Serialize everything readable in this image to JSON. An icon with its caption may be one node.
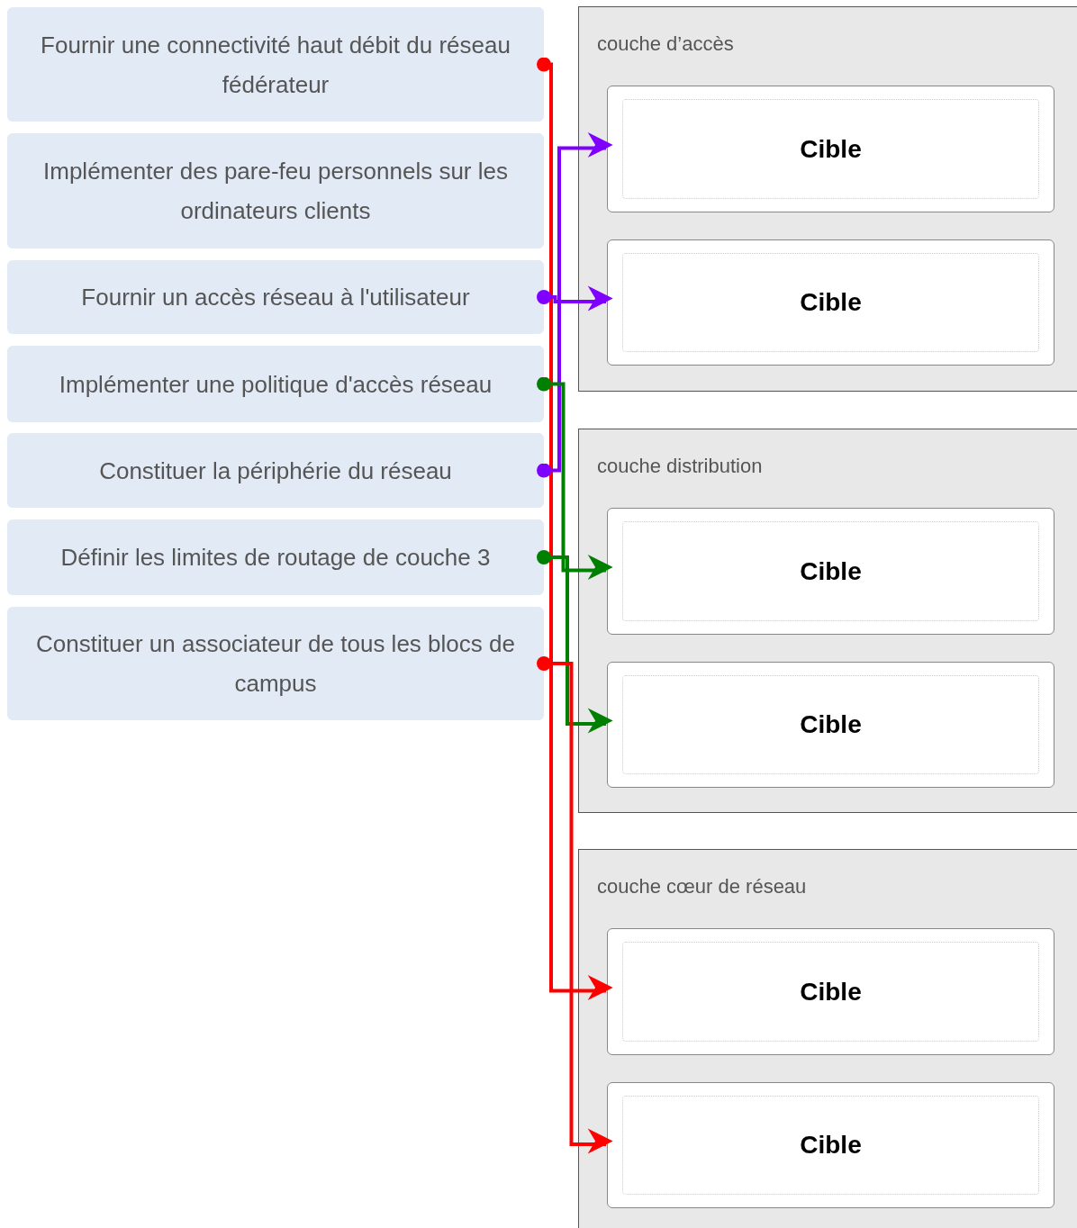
{
  "diagram": {
    "nodes": [
      {
        "text": [
          "Fournir une connectivité haut débit du réseau fédérateur"
        ]
      },
      {
        "text": [
          "Implémenter des pare-feu personnels sur les ordinateurs clients"
        ]
      },
      {
        "text": [
          "Fournir un accès réseau à l'utilisateur"
        ]
      },
      {
        "text": [
          "Implémenter une politique d'accès réseau"
        ]
      },
      {
        "text": [
          "Constituer la périphérie du réseau"
        ]
      },
      {
        "text": [
          "Définir les limites de routage de couche 3"
        ]
      },
      {
        "text": [
          "Constituer un associateur de tous les blocs de campus"
        ]
      },
      {
        "text": [
          "couche d’accès"
        ]
      },
      {
        "text": [
          "Cible"
        ],
        "in": 7
      },
      {
        "text": [
          "Cible"
        ],
        "in": 7
      },
      {
        "text": [
          "couche distribution"
        ]
      },
      {
        "text": [
          "Cible"
        ],
        "in": 10
      },
      {
        "text": [
          "Cible"
        ],
        "in": 10
      },
      {
        "text": [
          "couche cœur de réseau"
        ]
      },
      {
        "text": [
          "Cible"
        ],
        "in": 13
      },
      {
        "text": [
          "Cible"
        ],
        "in": 13
      }
    ],
    "edges": [
      {
        "from": 0,
        "to": 14,
        "arrow": "to",
        "color": "#ff0000"
      },
      {
        "from": 2,
        "to": 9,
        "arrow": "to",
        "color": "#8000ff"
      },
      {
        "from": 4,
        "to": 8,
        "arrow": "to",
        "color": "#8000ff"
      },
      {
        "from": 3,
        "to": 11,
        "arrow": "to",
        "color": "#008000"
      },
      {
        "from": 5,
        "to": 12,
        "arrow": "to",
        "color": "#008000"
      },
      {
        "from": 6,
        "to": 15,
        "arrow": "to",
        "color": "#ff0000"
      }
    ]
  }
}
